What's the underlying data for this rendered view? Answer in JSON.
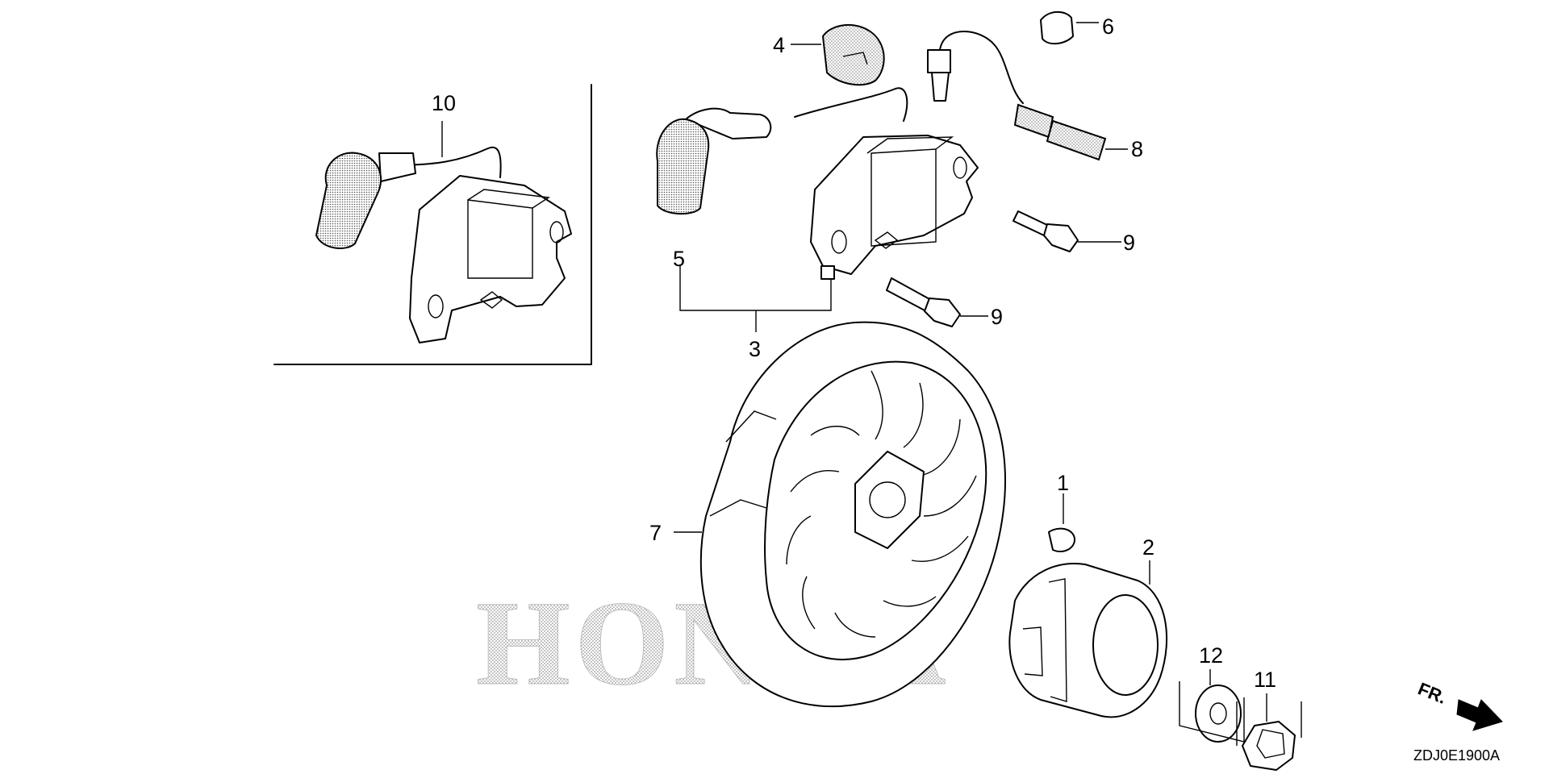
{
  "diagram": {
    "code": "ZDJ0E1900A",
    "watermark": "HONDA",
    "direction_label": "FR.",
    "callouts": [
      {
        "id": "c1",
        "label": "1"
      },
      {
        "id": "c2",
        "label": "2"
      },
      {
        "id": "c3",
        "label": "3"
      },
      {
        "id": "c4",
        "label": "4"
      },
      {
        "id": "c5",
        "label": "5"
      },
      {
        "id": "c6",
        "label": "6"
      },
      {
        "id": "c7",
        "label": "7"
      },
      {
        "id": "c8",
        "label": "8"
      },
      {
        "id": "c9a",
        "label": "9"
      },
      {
        "id": "c9b",
        "label": "9"
      },
      {
        "id": "c10",
        "label": "10"
      },
      {
        "id": "c11",
        "label": "11"
      },
      {
        "id": "c12",
        "label": "12"
      }
    ]
  }
}
